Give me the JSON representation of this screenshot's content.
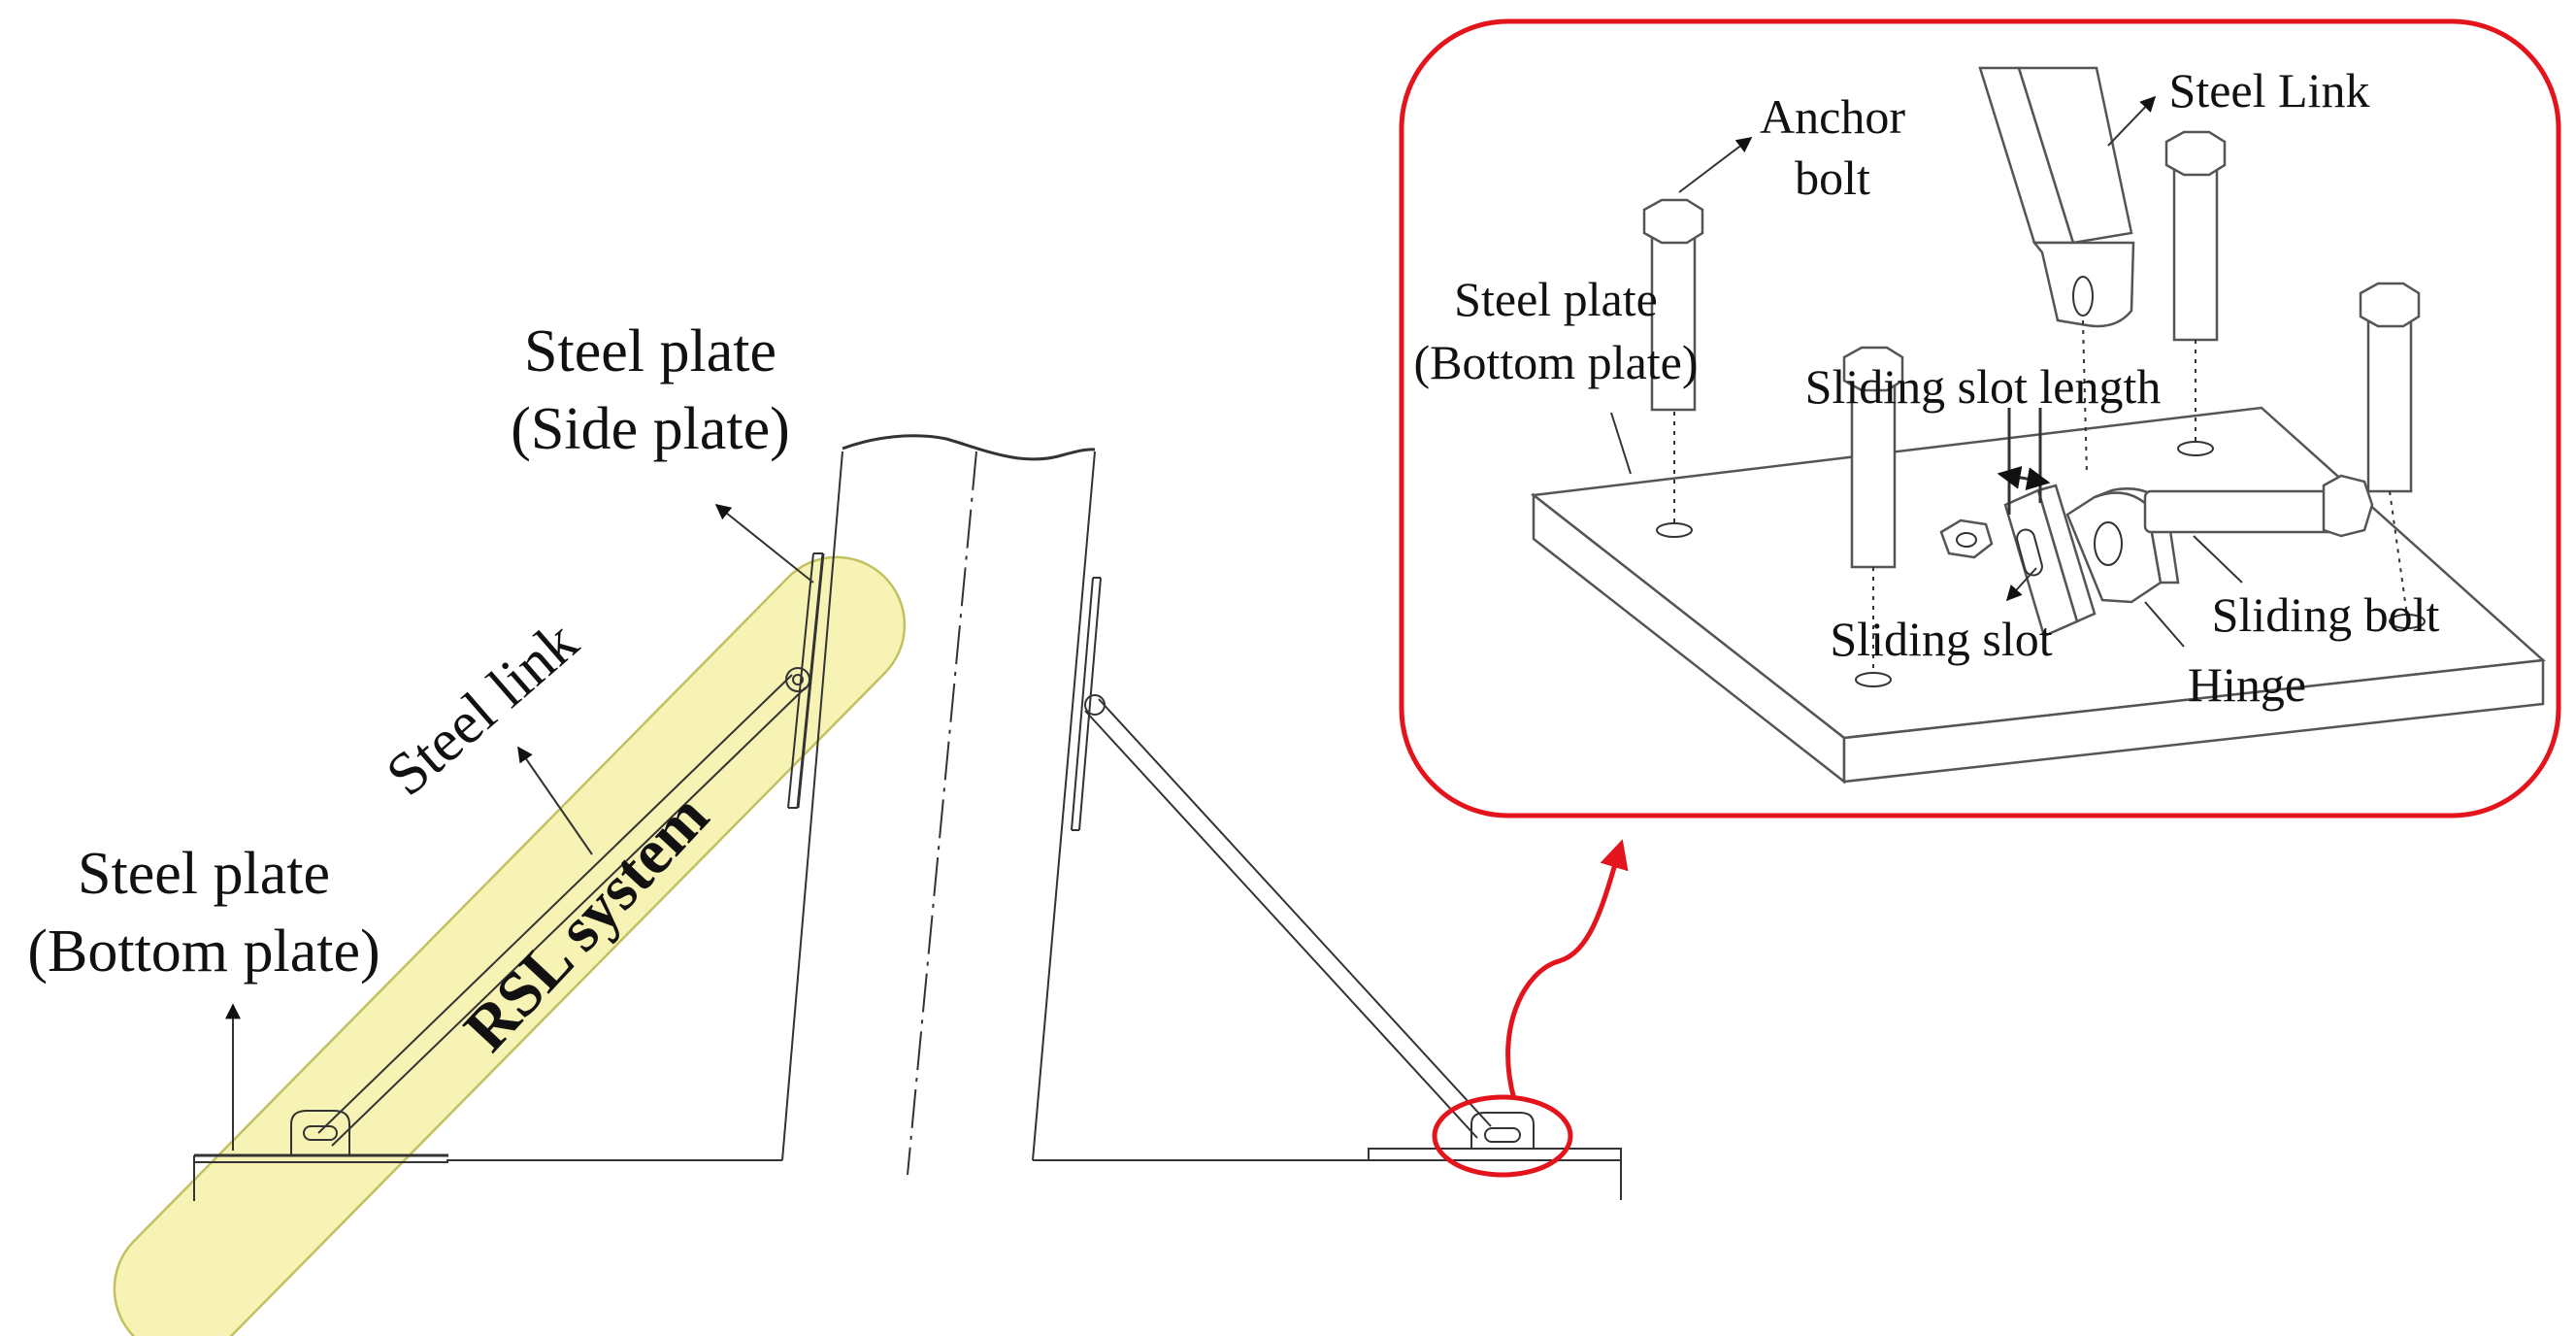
{
  "colors": {
    "highlight_fill": "#f6f3b4",
    "highlight_stroke": "#c2c060",
    "callout_red": "#e3141b",
    "line": "#333333",
    "text": "#111111"
  },
  "main_view": {
    "side_plate_label": [
      "Steel plate",
      "(Side plate)"
    ],
    "steel_link_label": "Steel link",
    "bottom_plate_label": [
      "Steel plate",
      "(Bottom plate)"
    ],
    "system_label": "RSL system"
  },
  "detail_view": {
    "anchor_bolt_label": [
      "Anchor",
      "bolt"
    ],
    "steel_link_label": "Steel Link",
    "bottom_plate_label": [
      "Steel plate",
      "(Bottom plate)"
    ],
    "sliding_slot_length_label": "Sliding slot length",
    "sliding_slot_label": "Sliding slot",
    "sliding_bolt_label": "Sliding bolt",
    "hinge_label": "Hinge"
  }
}
